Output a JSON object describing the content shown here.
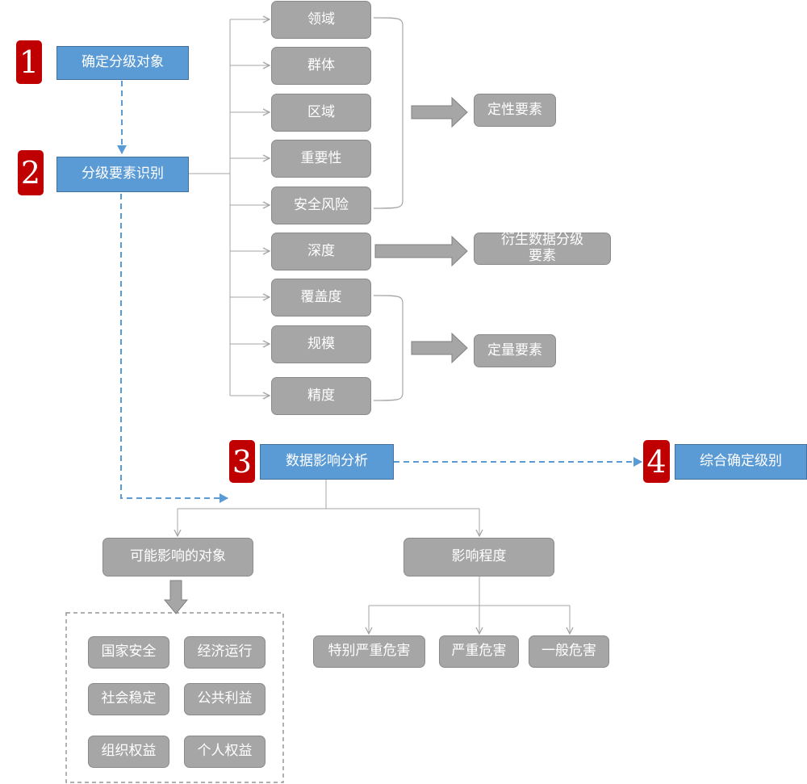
{
  "steps": {
    "s1": {
      "num": "1",
      "label": "确定分级对象"
    },
    "s2": {
      "num": "2",
      "label": "分级要素识别"
    },
    "s3": {
      "num": "3",
      "label": "数据影响分析"
    },
    "s4": {
      "num": "4",
      "label": "综合确定级别"
    }
  },
  "factors": [
    "领域",
    "群体",
    "区域",
    "重要性",
    "安全风险",
    "深度",
    "覆盖度",
    "规模",
    "精度"
  ],
  "results": {
    "qualitative": "定性要素",
    "derived": "衍生数据分级要素",
    "quantitative": "定量要素"
  },
  "analysis": {
    "affected_objects": "可能影响的对象",
    "impact_degree": "影响程度",
    "objects": [
      "国家安全",
      "经济运行",
      "社会稳定",
      "公共利益",
      "组织权益",
      "个人权益"
    ],
    "degrees": [
      "特别严重危害",
      "严重危害",
      "一般危害"
    ]
  },
  "colors": {
    "badge": "#c00000",
    "step_box": "#5b9bd5",
    "gray_box": "#a6a6a6",
    "dashed_arrow": "#5b9bd5"
  }
}
